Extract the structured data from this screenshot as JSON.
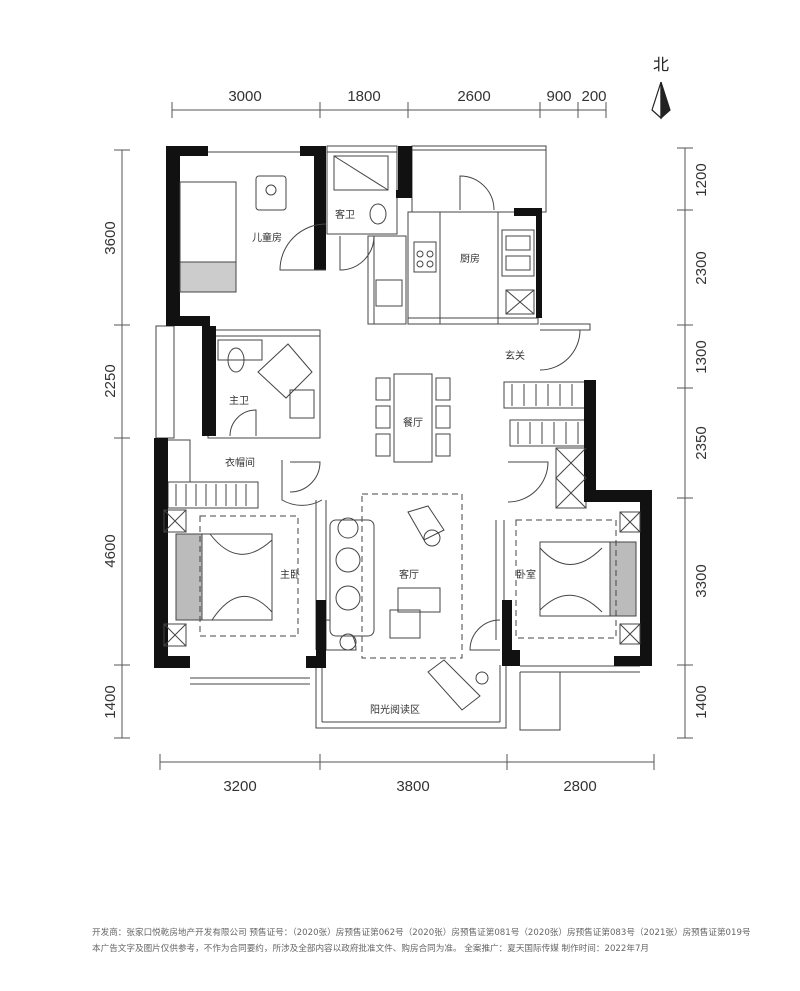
{
  "north": {
    "label": "北",
    "icon": "north-arrow-icon"
  },
  "dims": {
    "top": [
      "3000",
      "1800",
      "2600",
      "900",
      "200"
    ],
    "bottom": [
      "3200",
      "3800",
      "2800"
    ],
    "left": [
      "3600",
      "2250",
      "4600",
      "1400"
    ],
    "right": [
      "1200",
      "2300",
      "1300",
      "2350",
      "3300",
      "1400"
    ]
  },
  "rooms": {
    "kids_room": "儿童房",
    "guest_bath": "客卫",
    "kitchen": "厨房",
    "entrance": "玄关",
    "master_bath": "主卫",
    "dining": "餐厅",
    "walk_in_closet": "衣帽间",
    "master_bedroom": "主卧",
    "living": "客厅",
    "bedroom": "卧室",
    "reading_area": "阳光阅读区"
  },
  "footer": {
    "line1": "开发商：张家口悦乾房地产开发有限公司    预售证号：（2020张）房预售证第062号（2020张）房预售证第081号（2020张）房预售证第083号（2021张）房预售证第019号",
    "line2": "本广告文字及图片仅供参考，不作为合同要约，所涉及全部内容以政府批准文件、购房合同为准。    全案推广：夏天国际传媒  制作时间：2022年7月"
  }
}
